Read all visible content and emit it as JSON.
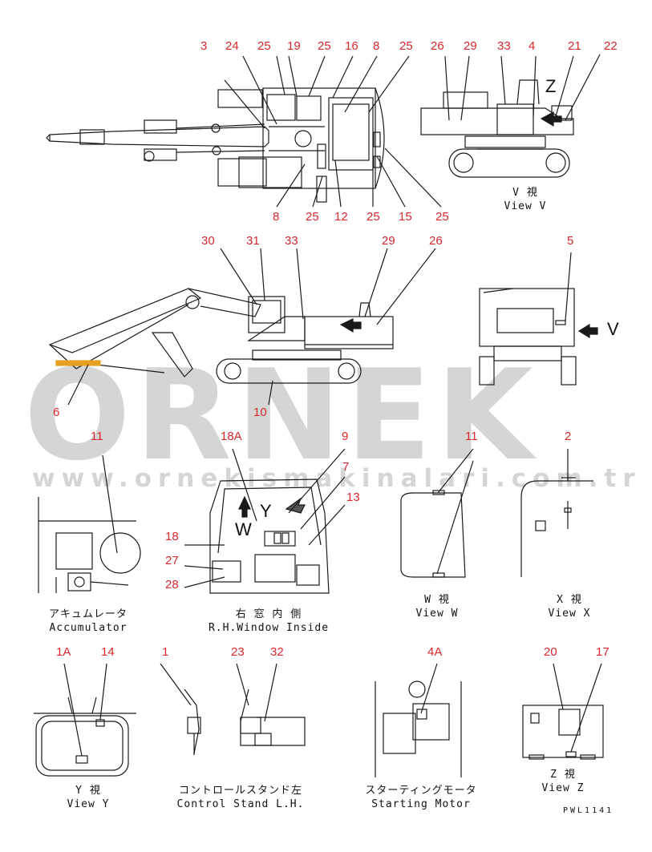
{
  "watermark": {
    "brand": "ORNEK",
    "url": "www.ornekismakinalari.com.tr"
  },
  "code": "PWL1141",
  "views": {
    "view_v": {
      "jp": "V 視",
      "en": "View V"
    },
    "accumulator": {
      "jp": "アキュムレータ",
      "en": "Accumulator"
    },
    "window": {
      "jp": "右 窓 内 側",
      "en": "R.H.Window Inside"
    },
    "view_w": {
      "jp": "W 視",
      "en": "View W"
    },
    "view_x": {
      "jp": "X 視",
      "en": "View X"
    },
    "view_y": {
      "jp": "Y 視",
      "en": "View Y"
    },
    "control": {
      "jp": "コントロールスタンド左",
      "en": "Control Stand L.H."
    },
    "starting": {
      "jp": "スターティングモータ",
      "en": "Starting Motor"
    },
    "view_z": {
      "jp": "Z 視",
      "en": "View Z"
    }
  },
  "letters": {
    "v": "V",
    "w": "W",
    "y": "Y",
    "z": "Z"
  },
  "callouts": {
    "top": [
      "3",
      "24",
      "25",
      "19",
      "25",
      "16",
      "8",
      "25",
      "26",
      "29",
      "33",
      "4",
      "21",
      "22"
    ],
    "top_bottom": [
      "8",
      "25",
      "12",
      "25",
      "15",
      "25"
    ],
    "side": [
      "30",
      "31",
      "33",
      "29",
      "26",
      "5",
      "6",
      "10"
    ],
    "mid": [
      "11",
      "18A",
      "9",
      "7",
      "13",
      "18",
      "27",
      "28",
      "11",
      "2"
    ],
    "bottom": [
      "1A",
      "14",
      "1",
      "23",
      "32",
      "4A",
      "20",
      "17"
    ]
  },
  "colors": {
    "callout": "#d9272d",
    "line": "#1a1a1a",
    "watermark": "#d5d5d5"
  }
}
